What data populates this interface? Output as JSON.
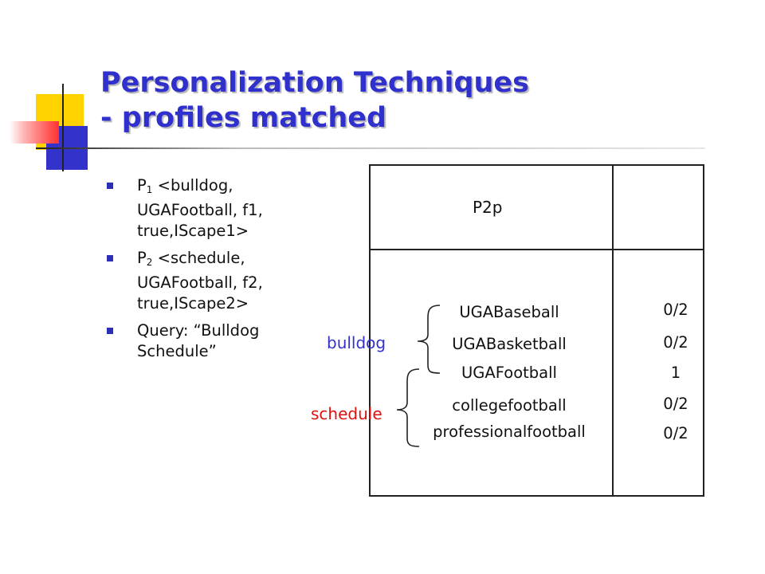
{
  "slide": {
    "title_line1": "Personalization Techniques",
    "title_line2": "- profiles matched"
  },
  "bullets": [
    {
      "prefix": "P",
      "sub": "1",
      "text": " <bulldog, UGAFootball, f1, true,IScape1>"
    },
    {
      "prefix": "P",
      "sub": "2",
      "text": " <schedule, UGAFootball, f2, true,IScape2>"
    },
    {
      "prefix": "",
      "sub": "",
      "text": "Query: “Bulldog Schedule”"
    }
  ],
  "table": {
    "header": "P2p",
    "items": [
      "UGABaseball",
      "UGABasketball",
      "UGAFootball",
      "collegefootball",
      "professionalfootball"
    ],
    "scores": [
      "0/2",
      "0/2",
      "1",
      "0/2",
      "0/2"
    ]
  },
  "labels": {
    "bulldog": "bulldog",
    "schedule": "schedule"
  },
  "colors": {
    "title": "#3030cc",
    "bullet_marker": "#2e2eb8",
    "bulldog_label": "#3333cc",
    "schedule_label": "#e01010",
    "deco_yellow": "#ffd200",
    "deco_blue": "#3333cc",
    "deco_red": "#ff3030"
  }
}
